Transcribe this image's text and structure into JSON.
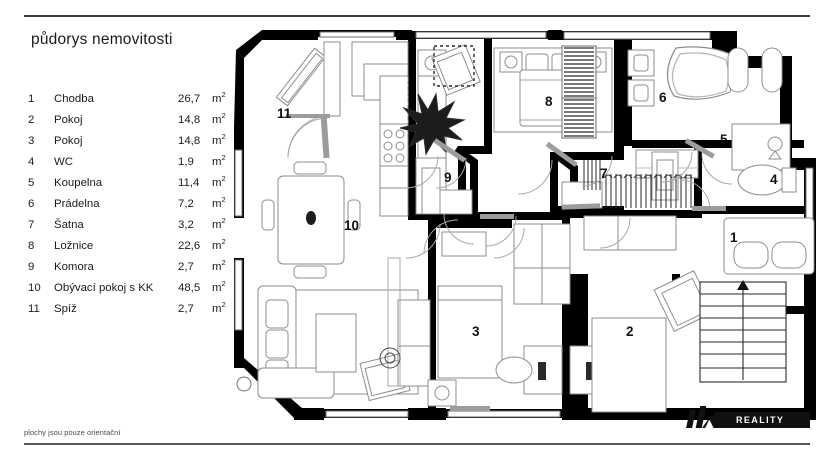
{
  "header": {
    "title": "půdorys nemovitosti"
  },
  "footnote": {
    "text": "plochy jsou pouze orientační"
  },
  "logo": {
    "text": "REALITY",
    "name": "reality-logo"
  },
  "legend": {
    "unit": "m",
    "unit_sup": "2",
    "rows": [
      {
        "num": "1",
        "name": "Chodba",
        "area": "26,7"
      },
      {
        "num": "2",
        "name": "Pokoj",
        "area": "14,8"
      },
      {
        "num": "3",
        "name": "Pokoj",
        "area": "14,8"
      },
      {
        "num": "4",
        "name": "WC",
        "area": "1,9"
      },
      {
        "num": "5",
        "name": "Koupelna",
        "area": "11,4"
      },
      {
        "num": "6",
        "name": "Prádelna",
        "area": "7,2"
      },
      {
        "num": "7",
        "name": "Šatna",
        "area": "3,2"
      },
      {
        "num": "8",
        "name": "Ložnice",
        "area": "22,6"
      },
      {
        "num": "9",
        "name": "Komora",
        "area": "2,7"
      },
      {
        "num": "10",
        "name": "Obývací pokoj s KK",
        "area": "48,5"
      },
      {
        "num": "11",
        "name": "Spíž",
        "area": "2,7"
      }
    ]
  },
  "plan": {
    "labels": [
      {
        "id": "11",
        "text": "11"
      },
      {
        "id": "8",
        "text": "8"
      },
      {
        "id": "6",
        "text": "6"
      },
      {
        "id": "5",
        "text": "5"
      },
      {
        "id": "4",
        "text": "4"
      },
      {
        "id": "9",
        "text": "9"
      },
      {
        "id": "7",
        "text": "7"
      },
      {
        "id": "10",
        "text": "10"
      },
      {
        "id": "1",
        "text": "1"
      },
      {
        "id": "3",
        "text": "3"
      },
      {
        "id": "2",
        "text": "2"
      }
    ]
  },
  "colors": {
    "wall": "#000000",
    "furniture_stroke": "#8d8d8d",
    "rule": "#3b3b3b",
    "text": "#1b1b1b",
    "logo_dark": "#111111"
  }
}
